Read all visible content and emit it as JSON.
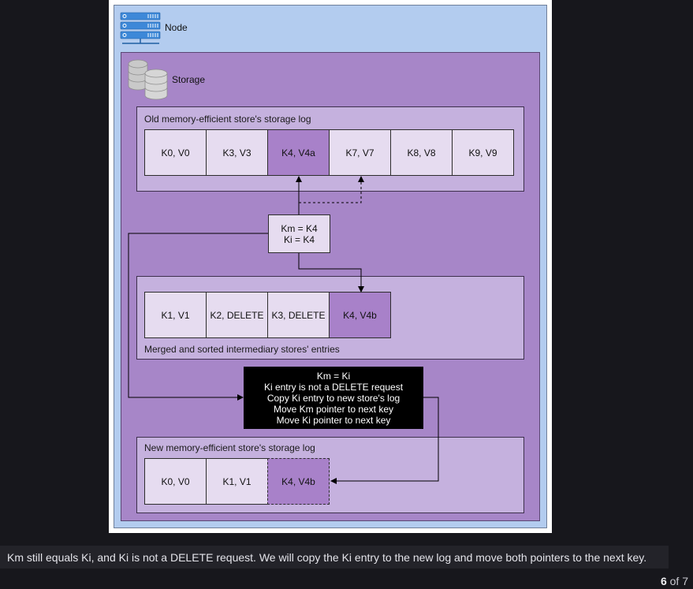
{
  "diagram": {
    "node_label": "Node",
    "storage_label": "Storage",
    "old_log": {
      "title": "Old memory-efficient store's storage log",
      "cells": [
        {
          "text": "K0, V0",
          "highlight": false
        },
        {
          "text": "K3, V3",
          "highlight": false
        },
        {
          "text": "K4, V4a",
          "highlight": true
        },
        {
          "text": "K7, V7",
          "highlight": false
        },
        {
          "text": "K8, V8",
          "highlight": false
        },
        {
          "text": "K9, V9",
          "highlight": false
        }
      ]
    },
    "pointers": {
      "line1": "Km = K4",
      "line2": "Ki = K4"
    },
    "merged": {
      "title": "Merged and sorted intermediary stores' entries",
      "cells": [
        {
          "text": "K1, V1",
          "highlight": false
        },
        {
          "text": "K2, DELETE",
          "highlight": false
        },
        {
          "text": "K3, DELETE",
          "highlight": false
        },
        {
          "text": "K4, V4b",
          "highlight": true
        }
      ]
    },
    "info_lines": [
      "Km = Ki",
      "Ki entry is not a DELETE request",
      "Copy Ki entry to new store's log",
      "Move Km pointer to next key",
      "Move Ki pointer to next key"
    ],
    "new_log": {
      "title": "New memory-efficient store's storage log",
      "cells": [
        {
          "text": "K0, V0",
          "highlight": false
        },
        {
          "text": "K1, V1",
          "highlight": false
        },
        {
          "text": "K4, V4b",
          "highlight": true,
          "dashed": true
        }
      ]
    }
  },
  "caption": "Km still equals Ki, and Ki is not a DELETE request. We will copy the Ki entry to the new log and move both pointers to the next key.",
  "pager": {
    "current": "6",
    "total_text": " of 7"
  },
  "colors": {
    "node_bg": "#b3ccef",
    "storage_bg": "#a786c8",
    "panel_bg": "#c5b1de",
    "cell_bg": "#e6dcf0",
    "cell_highlight": "#a881c9"
  }
}
